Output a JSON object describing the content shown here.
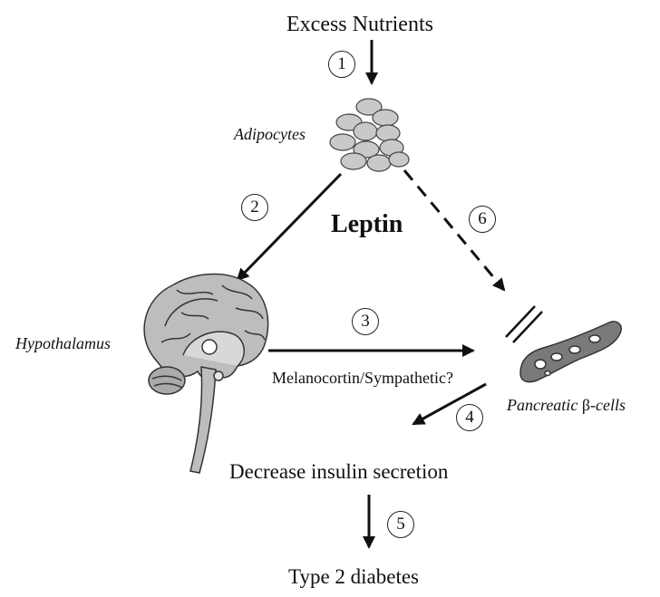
{
  "labels": {
    "excess_nutrients": "Excess Nutrients",
    "adipocytes": "Adipocytes",
    "leptin": "Leptin",
    "hypothalamus": "Hypothalamus",
    "melanocortin": "Melanocortin/Sympathetic?",
    "pancreatic_prefix": "Pancreatic ",
    "beta": "β",
    "cells": "-cells",
    "decrease_insulin": "Decrease insulin secretion",
    "type2": "Type 2 diabetes"
  },
  "steps": [
    "1",
    "2",
    "3",
    "4",
    "5",
    "6"
  ],
  "colors": {
    "arrow": "#111111",
    "adipocyte_fill": "#c9c9c9",
    "brain_fill": "#bdbdbd",
    "pancreas_fill": "#7a7a7a",
    "text": "#111111"
  }
}
